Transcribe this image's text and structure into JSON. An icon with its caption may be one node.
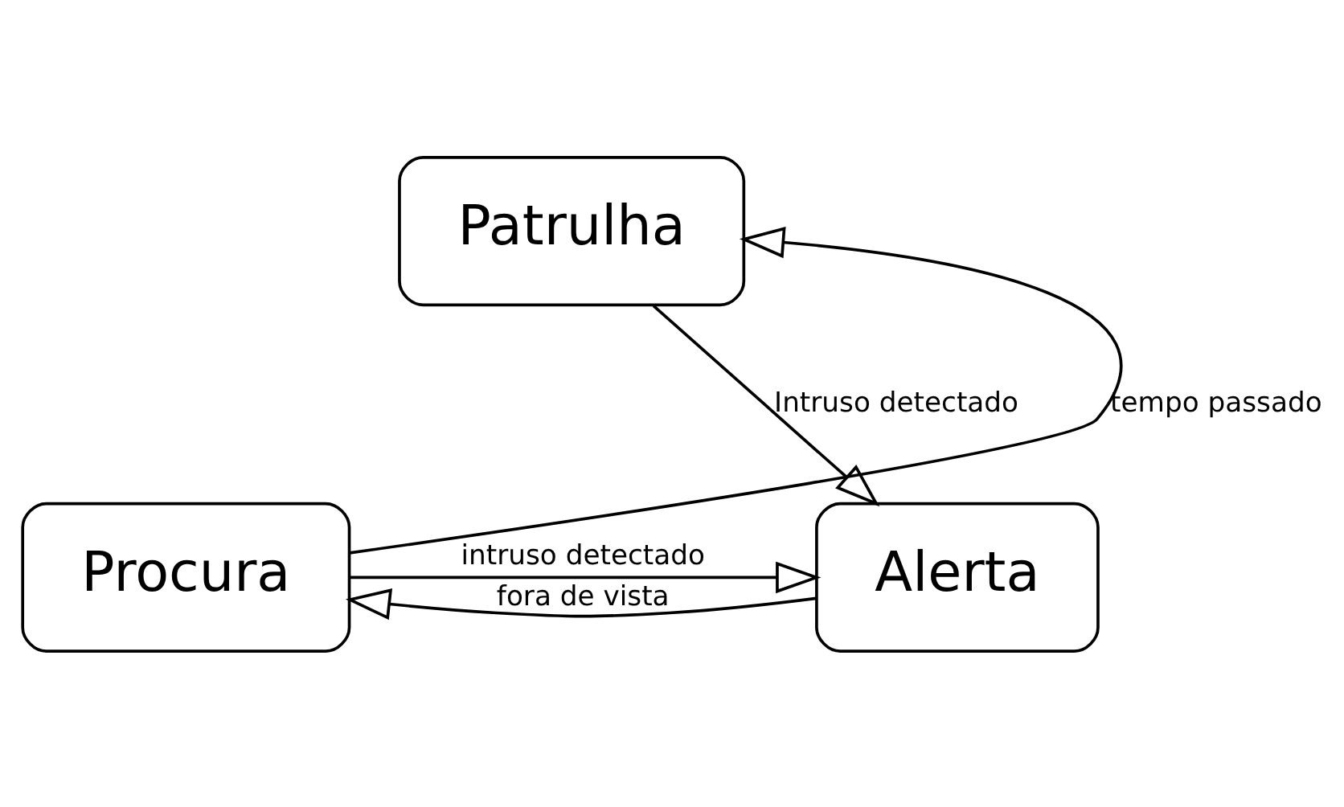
{
  "diagram": {
    "nodes": [
      {
        "text": [
          "Patrulha"
        ]
      },
      {
        "text": [
          "Procura"
        ]
      },
      {
        "text": [
          "Alerta"
        ]
      }
    ],
    "edges": [
      {
        "from": 1,
        "to": 0,
        "arrow": "to",
        "label": "tempo passado"
      },
      {
        "from": 0,
        "to": 2,
        "arrow": "to",
        "label": "Intruso detectado"
      },
      {
        "from": 1,
        "to": 2,
        "arrow": "to",
        "label": "intruso detectado"
      },
      {
        "from": 2,
        "to": 1,
        "arrow": "to",
        "label": "fora de vista"
      }
    ]
  }
}
